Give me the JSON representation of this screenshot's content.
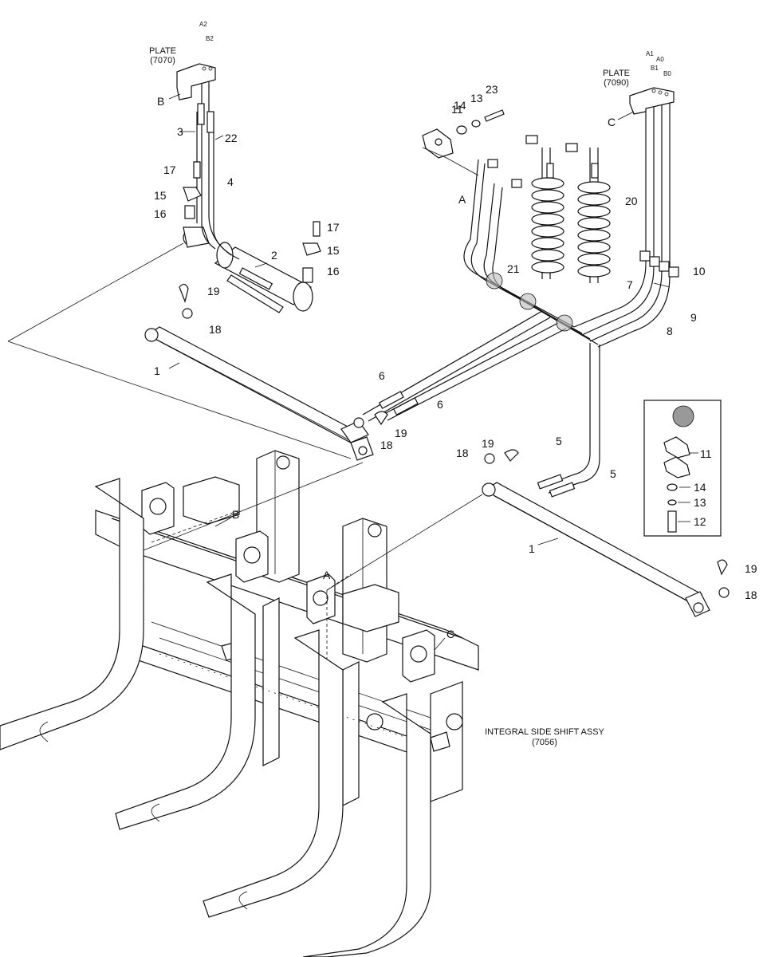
{
  "plates": {
    "left": {
      "title": "PLATE",
      "code": "(7070)",
      "letter": "B",
      "ports": [
        "A2",
        "B2"
      ]
    },
    "right": {
      "title": "PLATE",
      "code": "(7090)",
      "letter": "C",
      "ports": [
        "A1",
        "B1",
        "A0",
        "B0"
      ]
    }
  },
  "assembly": {
    "title": "INTEGRAL SIDE SHIFT ASSY",
    "code": "(7056)"
  },
  "callouts": {
    "n1": "1",
    "n2": "2",
    "n3": "3",
    "n4": "4",
    "n5": "5",
    "n6": "6",
    "n7": "7",
    "n8": "8",
    "n9": "9",
    "n10": "10",
    "n11": "11",
    "n12": "12",
    "n13": "13",
    "n14": "14",
    "n15": "15",
    "n16": "16",
    "n17": "17",
    "n18": "18",
    "n19": "19",
    "n20": "20",
    "n21": "21",
    "n22": "22",
    "n23": "23"
  },
  "letters": {
    "a": "A",
    "b": "B",
    "c": "C"
  },
  "inset": {
    "items": [
      "11",
      "14",
      "13",
      "12"
    ]
  }
}
